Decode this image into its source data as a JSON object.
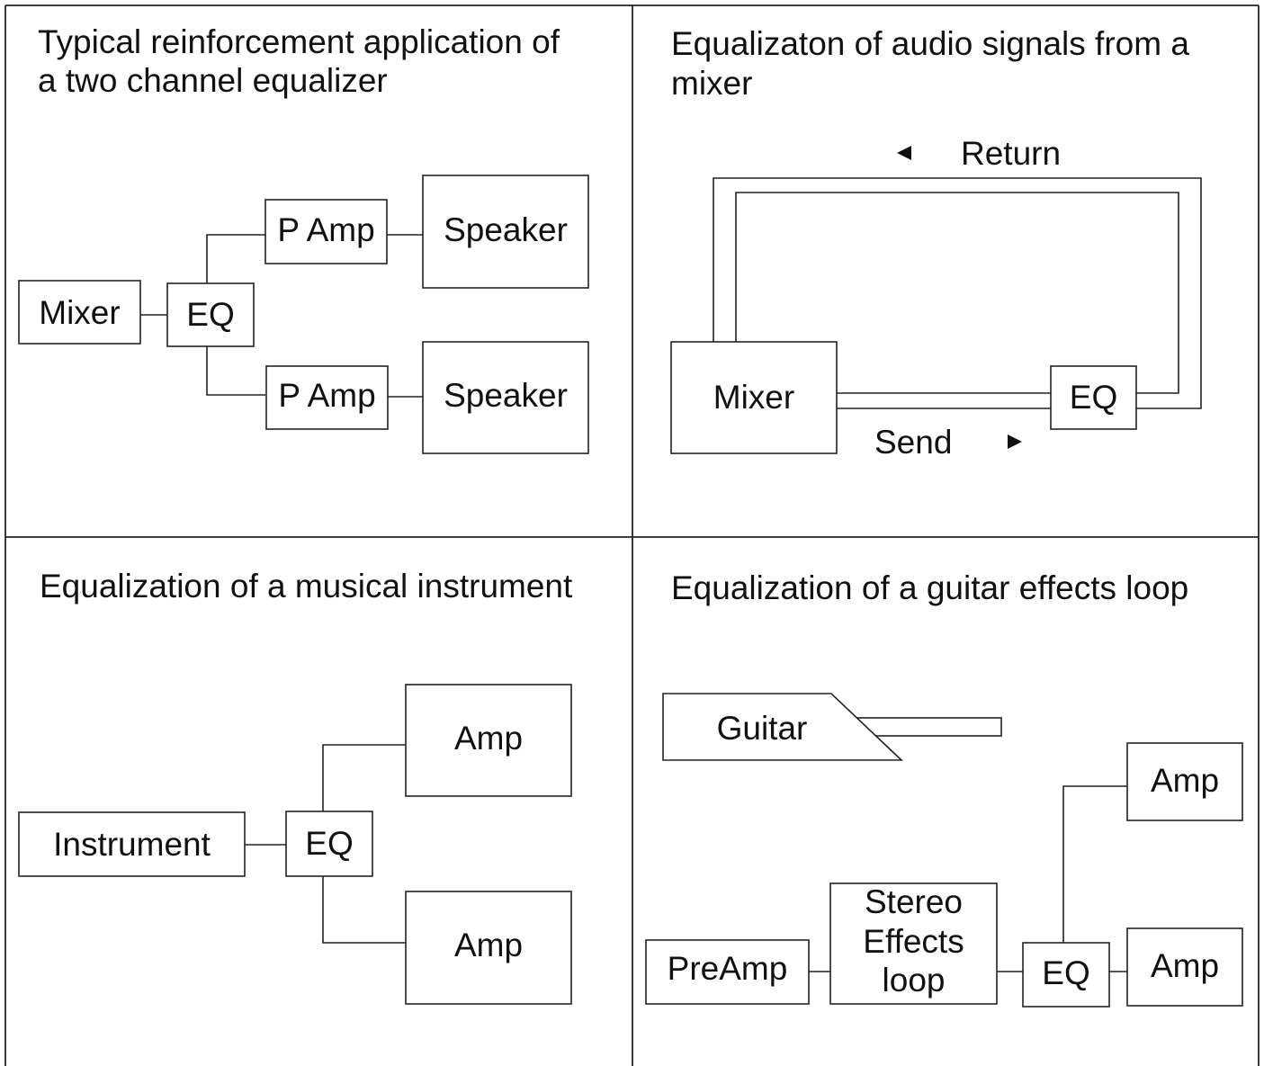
{
  "panels": {
    "top_left": {
      "title_line1": "Typical reinforcement application of",
      "title_line2": "a two channel equalizer",
      "mixer": "Mixer",
      "eq": "EQ",
      "pamp_top": "P Amp",
      "pamp_bottom": "P Amp",
      "speaker_top": "Speaker",
      "speaker_bottom": "Speaker"
    },
    "top_right": {
      "title_line1": "Equalizaton of audio signals from a",
      "title_line2": "mixer",
      "return_label": "Return",
      "send_label": "Send",
      "mixer": "Mixer",
      "eq": "EQ"
    },
    "bottom_left": {
      "title": "Equalization of a musical instrument",
      "instrument": "Instrument",
      "eq": "EQ",
      "amp_top": "Amp",
      "amp_bottom": "Amp"
    },
    "bottom_right": {
      "title": "Equalization of a guitar effects loop",
      "guitar": "Guitar",
      "preamp": "PreAmp",
      "effects_line1": "Stereo",
      "effects_line2": "Effects",
      "effects_line3": "loop",
      "eq": "EQ",
      "amp_top": "Amp",
      "amp_bottom": "Amp"
    }
  }
}
